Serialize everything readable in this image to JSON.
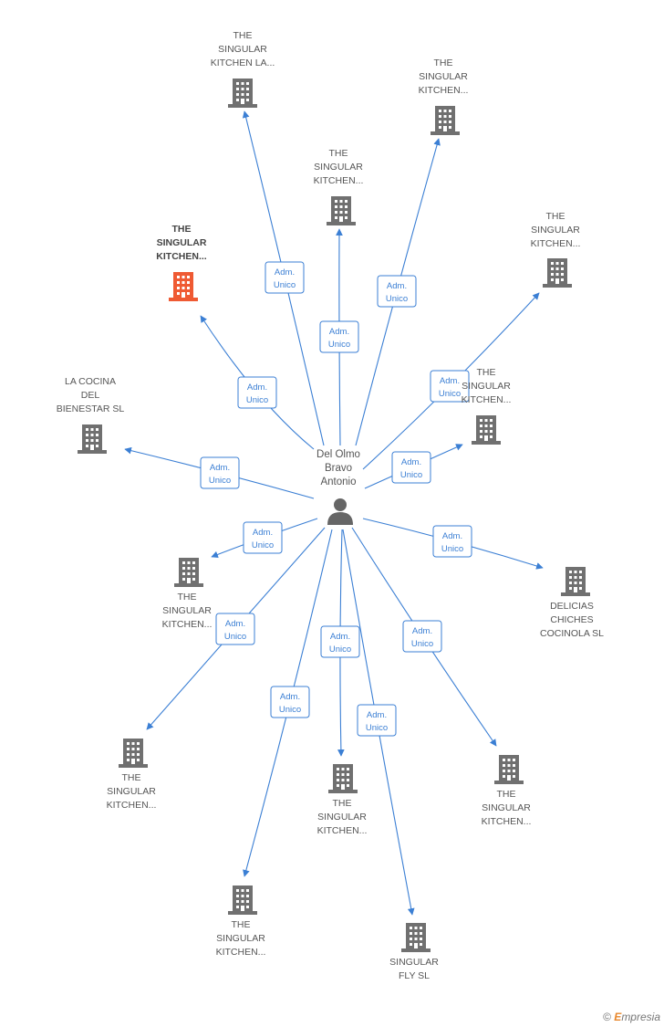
{
  "colors": {
    "edge": "#3b7fd4",
    "building": "#707070",
    "building_highlight": "#ef5a33",
    "person": "#666666"
  },
  "person": {
    "label_lines": [
      "Del Olmo",
      "Bravo",
      "Antonio"
    ],
    "icon": "person-icon"
  },
  "relation_label": [
    "Adm.",
    "Unico"
  ],
  "companies": [
    {
      "id": "c1",
      "lines": [
        "THE",
        "SINGULAR",
        "KITCHEN LA..."
      ],
      "icon": "building-icon"
    },
    {
      "id": "c2",
      "lines": [
        "THE",
        "SINGULAR",
        "KITCHEN..."
      ],
      "icon": "building-icon"
    },
    {
      "id": "c3",
      "lines": [
        "THE",
        "SINGULAR",
        "KITCHEN..."
      ],
      "icon": "building-icon"
    },
    {
      "id": "c4",
      "lines": [
        "THE",
        "SINGULAR",
        "KITCHEN..."
      ],
      "icon": "building-icon",
      "highlight": true
    },
    {
      "id": "c5",
      "lines": [
        "THE",
        "SINGULAR",
        "KITCHEN..."
      ],
      "icon": "building-icon"
    },
    {
      "id": "c6",
      "lines": [
        "LA COCINA",
        "DEL",
        "BIENESTAR  SL"
      ],
      "icon": "building-icon"
    },
    {
      "id": "c7",
      "lines": [
        "THE",
        "SINGULAR",
        "KITCHEN..."
      ],
      "icon": "building-icon"
    },
    {
      "id": "c8",
      "lines": [
        "THE",
        "SINGULAR",
        "KITCHEN..."
      ],
      "icon": "building-icon"
    },
    {
      "id": "c9",
      "lines": [
        "DELICIAS",
        "CHICHES",
        "COCINOLA SL"
      ],
      "icon": "building-icon"
    },
    {
      "id": "c10",
      "lines": [
        "THE",
        "SINGULAR",
        "KITCHEN..."
      ],
      "icon": "building-icon"
    },
    {
      "id": "c11",
      "lines": [
        "THE",
        "SINGULAR",
        "KITCHEN..."
      ],
      "icon": "building-icon"
    },
    {
      "id": "c12",
      "lines": [
        "THE",
        "SINGULAR",
        "KITCHEN..."
      ],
      "icon": "building-icon"
    },
    {
      "id": "c13",
      "lines": [
        "THE",
        "SINGULAR",
        "KITCHEN..."
      ],
      "icon": "building-icon"
    },
    {
      "id": "c14",
      "lines": [
        "SINGULAR",
        "FLY SL"
      ],
      "icon": "building-icon"
    }
  ],
  "brand": {
    "copyright": "©",
    "e": "E",
    "rest": "mpresia"
  }
}
